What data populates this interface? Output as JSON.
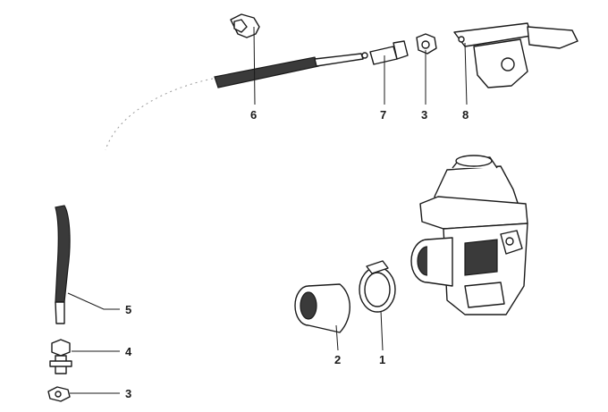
{
  "callouts": [
    {
      "id": "6",
      "text": "6"
    },
    {
      "id": "7",
      "text": "7"
    },
    {
      "id": "3a",
      "text": "3"
    },
    {
      "id": "8",
      "text": "8"
    },
    {
      "id": "5",
      "text": "5"
    },
    {
      "id": "4",
      "text": "4"
    },
    {
      "id": "3b",
      "text": "3"
    },
    {
      "id": "2",
      "text": "2"
    },
    {
      "id": "1",
      "text": "1"
    }
  ],
  "colors": {
    "ink": "#1a1a1a",
    "shade": "#3a3a3a",
    "paper": "#ffffff"
  }
}
